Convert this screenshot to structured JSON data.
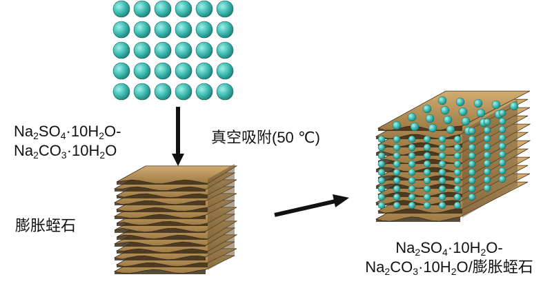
{
  "reactant": {
    "line1_a": "Na",
    "line1_b": "2",
    "line1_c": "SO",
    "line1_d": "4",
    "line1_e": "·10H",
    "line1_f": "2",
    "line1_g": "O-",
    "line2_a": "Na",
    "line2_b": "2",
    "line2_c": "CO",
    "line2_d": "3",
    "line2_e": "·10H",
    "line2_f": "2",
    "line2_g": "O"
  },
  "process_label": "真空吸附(50 ℃)",
  "substrate_label": "膨胀蛭石",
  "product": {
    "line1_a": "Na",
    "line1_b": "2",
    "line1_c": "SO",
    "line1_d": "4",
    "line1_e": "·10H",
    "line1_f": "2",
    "line1_g": "O-",
    "line2_a": "Na",
    "line2_b": "2",
    "line2_c": "CO",
    "line2_d": "3",
    "line2_e": "·10H",
    "line2_f": "2",
    "line2_g": "O/膨胀蛭石"
  },
  "colors": {
    "sphere": "#3fbcb2",
    "sphere_dark": "#1f7f78",
    "layer": "#b8935a",
    "layer_dark": "#4a3822",
    "arrow": "#111111"
  }
}
